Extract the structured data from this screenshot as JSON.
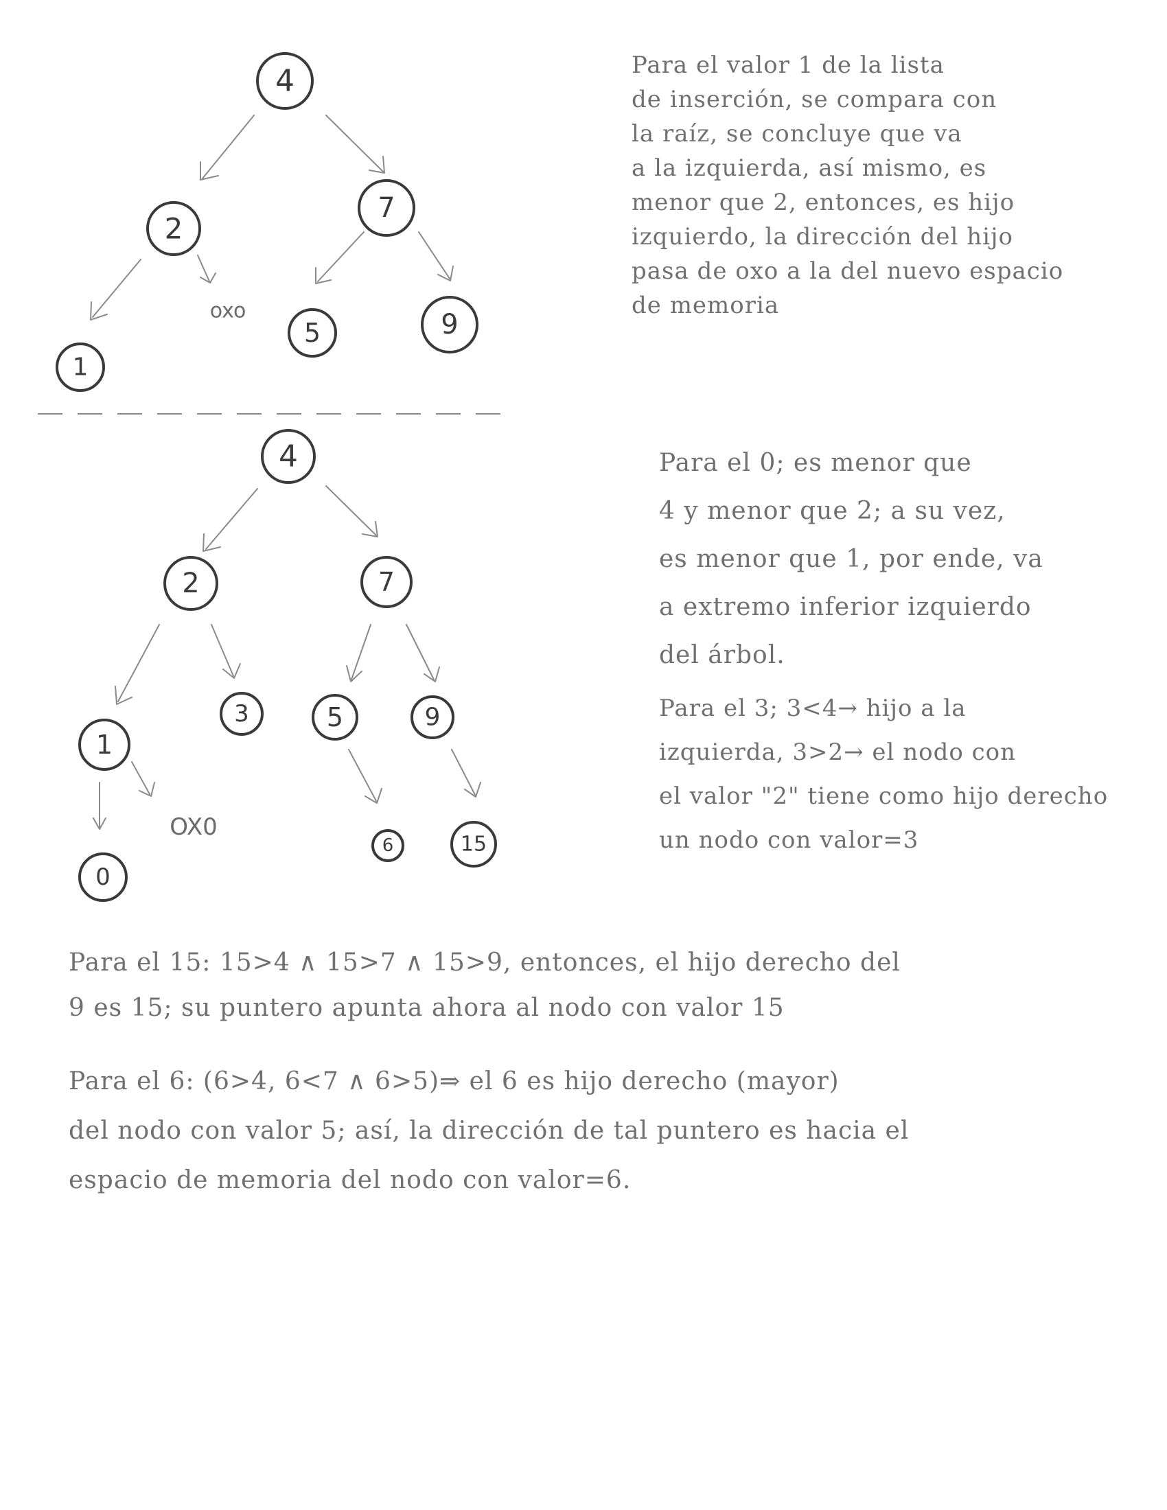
{
  "diagram": {
    "tree_1": {
      "nodes": [
        "4",
        "2",
        "7",
        "1",
        "5",
        "9"
      ],
      "null_pointer": "oxo"
    },
    "tree_2": {
      "nodes": [
        "4",
        "2",
        "7",
        "1",
        "3",
        "5",
        "9",
        "0",
        "6",
        "15"
      ],
      "null_pointer": "OX0"
    }
  },
  "notes": {
    "note_1": "Para el valor 1 de la lista\nde inserción, se compara con\nla raíz, se concluye que va\na la izquierda, así mismo, es\nmenor que 2, entonces, es hijo\nizquierdo, la dirección del hijo\npasa de oxo a la del nuevo espacio\nde memoria",
    "note_2": "Para el 0; es menor que\n4 y menor que 2; a su vez,\nes menor que 1, por ende, va\na extremo inferior izquierdo\ndel árbol.",
    "note_3": "Para el 3; 3<4→ hijo a la\nizquierda, 3>2→ el nodo con\nel valor \"2\" tiene como hijo derecho\nun nodo con valor=3",
    "note_4": "Para el 15: 15>4 ∧ 15>7 ∧ 15>9, entonces, el hijo derecho del\n9 es 15; su puntero apunta ahora al nodo con valor 15",
    "note_5": "Para el 6: (6>4, 6<7 ∧ 6>5)⇒ el 6 es hijo derecho (mayor)\ndel nodo con valor 5; así, la dirección de tal puntero es hacia el\nespacio de memoria del nodo con valor=6."
  }
}
